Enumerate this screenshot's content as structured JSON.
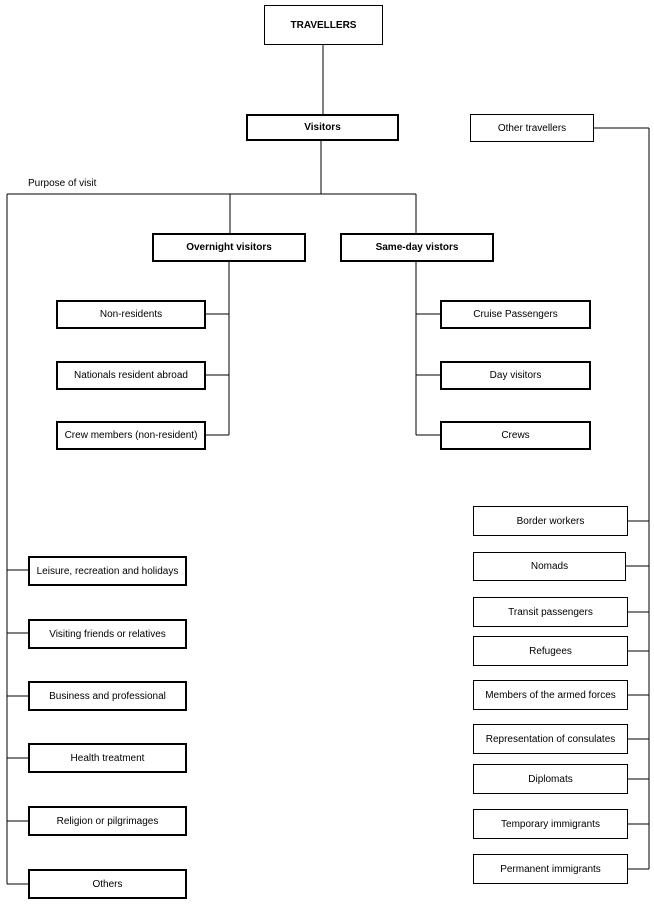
{
  "root": {
    "label": "TRAVELLERS"
  },
  "visitors": {
    "label": "Visitors"
  },
  "other_travellers": {
    "label": "Other travellers",
    "items": [
      "Border workers",
      "Nomads",
      "Transit passengers",
      "Refugees",
      "Members of the armed forces",
      "Representation of consulates",
      "Diplomats",
      "Temporary immigrants",
      "Permanent immigrants"
    ]
  },
  "purpose_of_visit": {
    "label": "Purpose of visit",
    "items": [
      "Leisure, recreation and holidays",
      "Visiting friends or relatives",
      "Business and professional",
      "Health treatment",
      "Religion or pilgrimages",
      "Others"
    ]
  },
  "overnight": {
    "label": "Overnight visitors",
    "items": [
      "Non-residents",
      "Nationals resident abroad",
      "Crew members (non-resident)"
    ]
  },
  "same_day": {
    "label": "Same-day vistors",
    "items": [
      "Cruise Passengers",
      "Day visitors",
      "Crews"
    ]
  }
}
